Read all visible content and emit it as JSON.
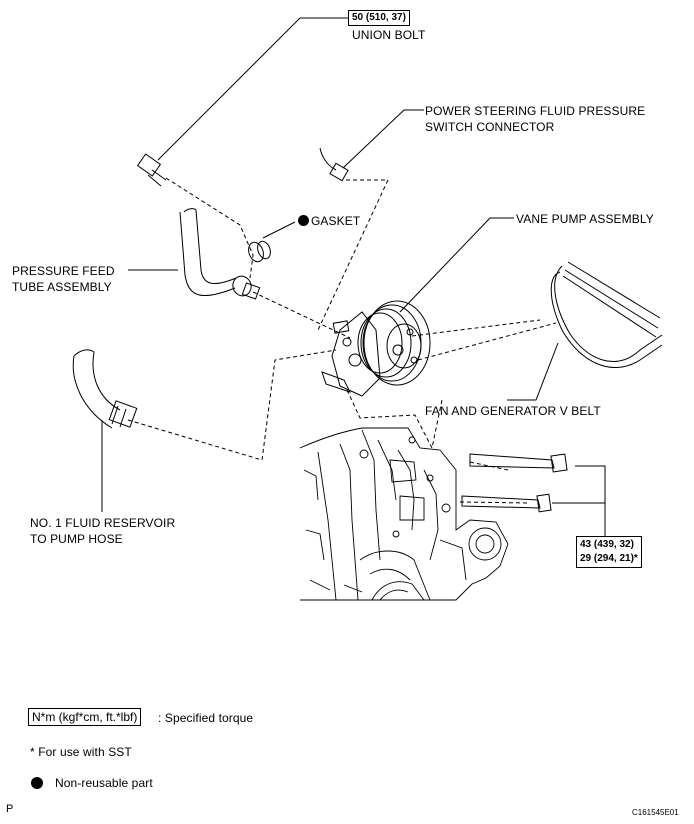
{
  "labels": {
    "union_bolt_torque": "50 (510, 37)",
    "union_bolt": "UNION BOLT",
    "pressure_switch_line1": "POWER STEERING FLUID PRESSURE",
    "pressure_switch_line2": "SWITCH CONNECTOR",
    "gasket": "GASKET",
    "vane_pump": "VANE PUMP ASSEMBLY",
    "pressure_feed_line1": "PRESSURE FEED",
    "pressure_feed_line2": "TUBE ASSEMBLY",
    "v_belt": "FAN AND GENERATOR V BELT",
    "reservoir_hose_line1": "NO. 1 FLUID RESERVOIR",
    "reservoir_hose_line2": "TO PUMP HOSE",
    "bolt_torque_line1": "43 (439, 32)",
    "bolt_torque_line2": "29 (294, 21)*"
  },
  "legend": {
    "torque_box": "N*m (kgf*cm, ft.*lbf)",
    "torque_desc": ": Specified torque",
    "sst_note": "* For use with SST",
    "non_reusable": "Non-reusable part"
  },
  "footer": {
    "left_code": "P",
    "figure_id": "C161545E01"
  }
}
